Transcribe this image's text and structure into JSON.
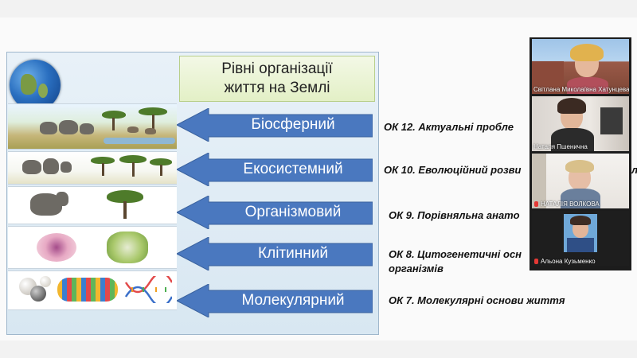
{
  "slide": {
    "title_line1": "Рівні організації",
    "title_line2": "життя на Землі",
    "levels": [
      {
        "label": "Біосферний",
        "ok": "ОК 12. Актуальні пробле"
      },
      {
        "label": "Екосистемний",
        "ok": "ОК 10. Еволюційний розви"
      },
      {
        "label": "Організмовий",
        "ok": "ОК 9. Порівняльна анато"
      },
      {
        "label": "Клітинний",
        "ok": "ОК 8. Цитогенетичні осн",
        "ok_line2": "організмів"
      },
      {
        "label": "Молекулярний",
        "ok": "ОК 7. Молекулярні основи життя"
      }
    ],
    "arrow_color": "#4a78bf"
  },
  "participants": [
    {
      "name": "Світлана Миколаївна Хатунцева",
      "muted": false
    },
    {
      "name": "Наталя Пшенична",
      "muted": false
    },
    {
      "name": "НАТАЛІЯ ВОЛКОВА",
      "muted": true
    },
    {
      "name": "Альона Кузьменко",
      "muted": true
    }
  ],
  "partial_tail": "л"
}
